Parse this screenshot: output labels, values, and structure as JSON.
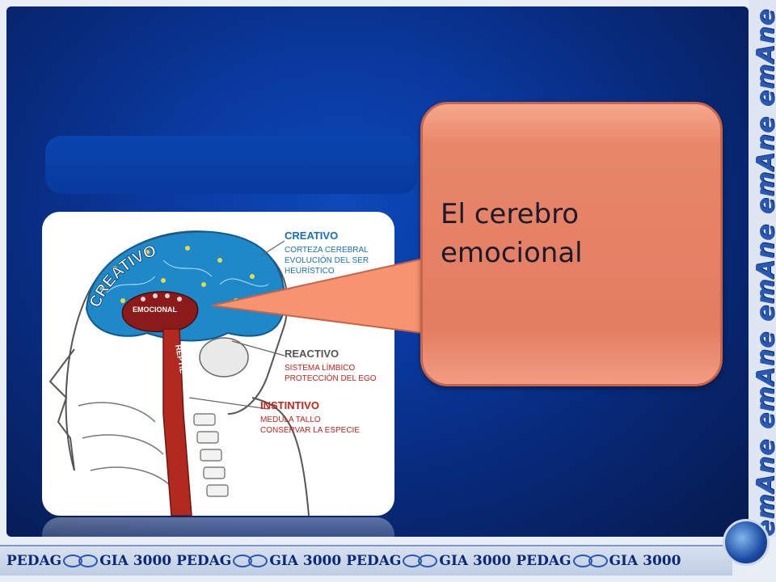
{
  "callout": {
    "text": "El cerebro emocional"
  },
  "diagram": {
    "labels": {
      "creativo_title": "CREATIVO",
      "creativo_l1": "CORTEZA CEREBRAL",
      "creativo_l2": "EVOLUCIÓN DEL SER",
      "creativo_l3": "HEURÍSTICO",
      "reactivo_title": "REACTIVO",
      "reactivo_l1": "SISTEMA LÍMBICO",
      "reactivo_l2": "PROTECCIÓN DEL EGO",
      "instintivo_title": "INSTINTIVO",
      "instintivo_l1": "MEDULA TALLO",
      "instintivo_l2": "CONSERVAR  LA ESPECIE",
      "arc_label": "CREATIVO",
      "emocional": "EMOCIONAL",
      "reptil": "REPTIL"
    }
  },
  "side_brand": {
    "text": "emAne emAne emAne emAne emAne"
  },
  "footer": {
    "items": [
      {
        "left": "PEDAG",
        "right": "GIA 3000"
      },
      {
        "left": "PEDAG",
        "right": "GIA 3000"
      },
      {
        "left": "PEDAG",
        "right": "GIA 3000"
      },
      {
        "left": "PEDAG",
        "right": "GIA 3000"
      }
    ]
  },
  "colors": {
    "slide_bg": "#0a3aa1",
    "callout_fill": "#e27d62",
    "brain_blue": "#1e88c8",
    "stem_red": "#b22a1f",
    "label_blue": "#1a6fb6",
    "label_red": "#c0261c"
  }
}
